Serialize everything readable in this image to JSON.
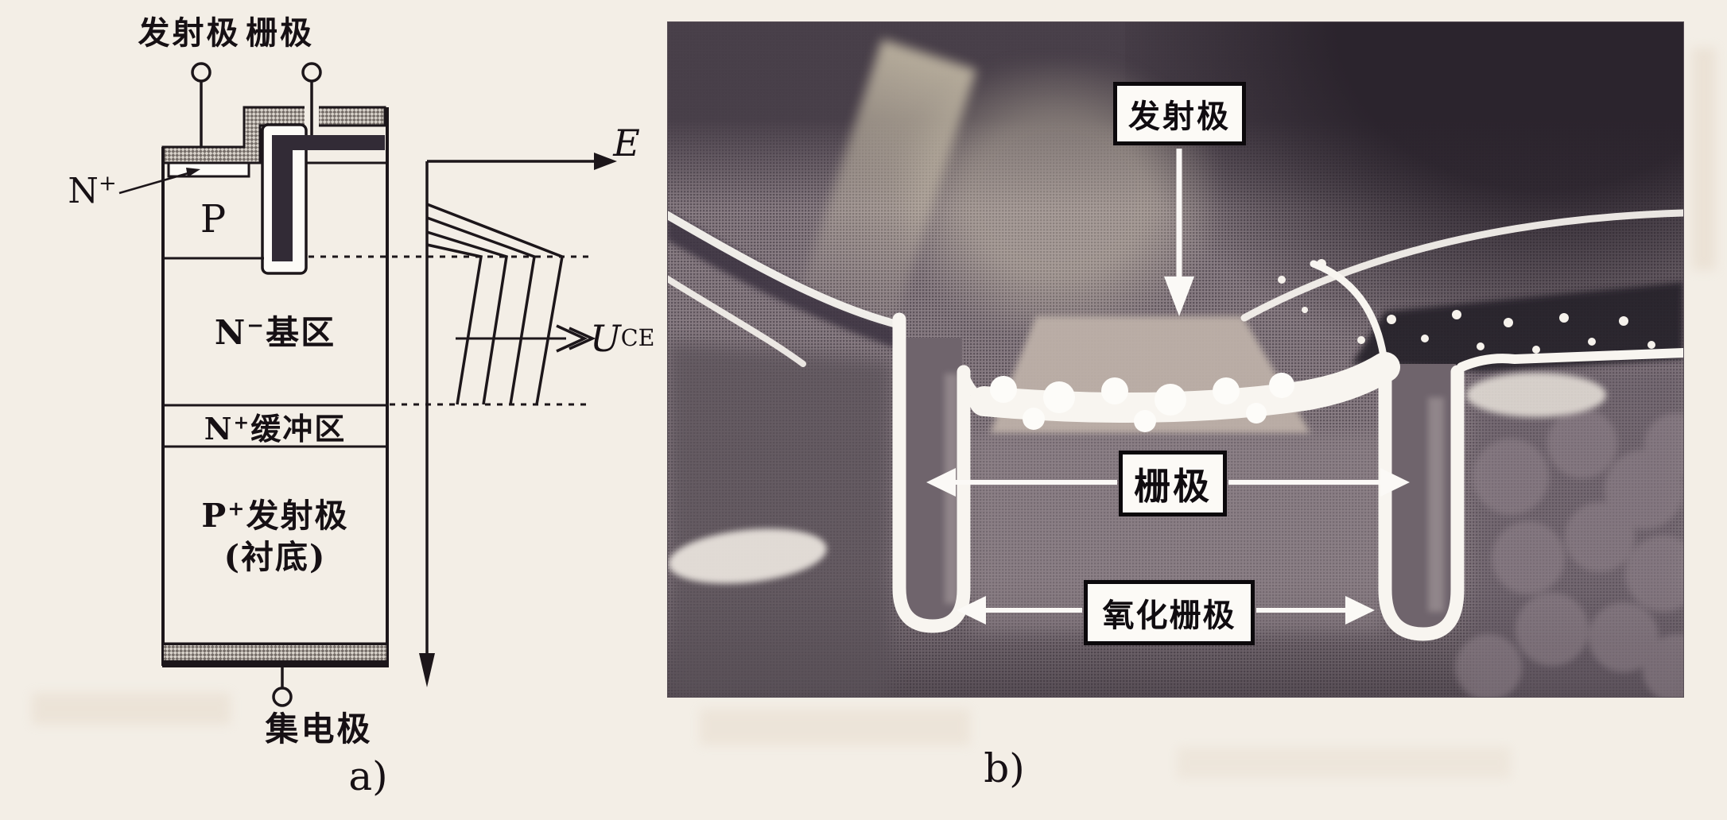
{
  "figure": {
    "caption_a": "a)",
    "caption_b": "b)"
  },
  "diagram": {
    "emitter_label": "发射极",
    "gate_label": "栅极",
    "collector_label": "集电极",
    "p_label": "P",
    "n_plus": {
      "base": "N",
      "sup": "+"
    },
    "n_base": {
      "base": "N",
      "sup": "−",
      "rest": "基区"
    },
    "n_buffer": {
      "base": "N",
      "sup": "+",
      "rest": "缓冲区"
    },
    "p_substrate": {
      "base": "P",
      "sup": "+",
      "rest": "发射极",
      "line2": "(衬底)"
    },
    "plot": {
      "e_axis_label": "E",
      "u_label": "U",
      "u_sub": "CE"
    }
  },
  "photo": {
    "emitter_label": "发射极",
    "gate_label": "栅极",
    "gate_oxide_label": "氧化栅极"
  },
  "colors": {
    "page_bg": "#f3eee6",
    "ink": "#1c161a",
    "metal_halftone": "#756d68",
    "gate_poly_dark": "#322b36",
    "photo_base": "#84787f",
    "photo_dark_band": "#27212a",
    "photo_mesa_light": "#bdb0a8",
    "annotation_white": "#f8f5f0"
  }
}
